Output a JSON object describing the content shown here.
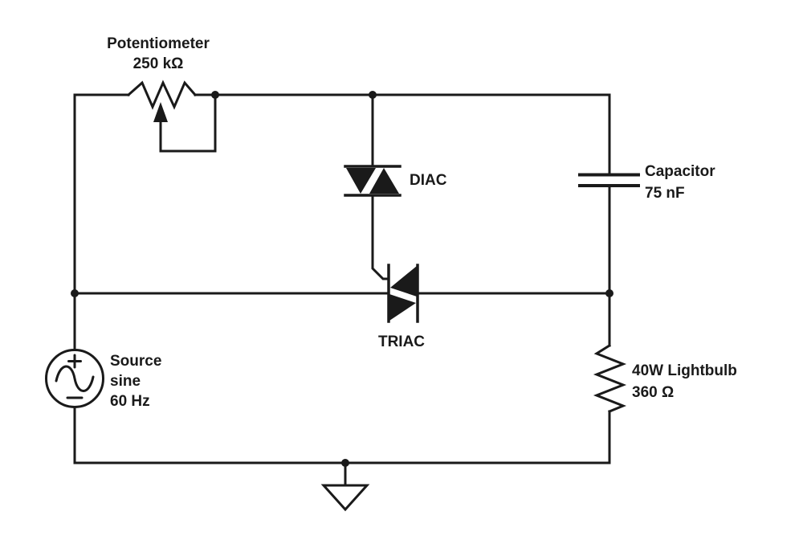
{
  "figure": {
    "background": "#ffffff",
    "ink": "#1a1a1a"
  },
  "components": {
    "potentiometer": {
      "label": "Potentiometer",
      "value": "250 kΩ"
    },
    "diac": {
      "label": "DIAC"
    },
    "capacitor": {
      "label": "Capacitor",
      "value": "75 nF"
    },
    "triac": {
      "label": "TRIAC"
    },
    "source": {
      "label": "Source",
      "waveform": "sine",
      "frequency": "60 Hz"
    },
    "lightbulb": {
      "label": "40W Lightbulb",
      "value": "360 Ω"
    }
  }
}
